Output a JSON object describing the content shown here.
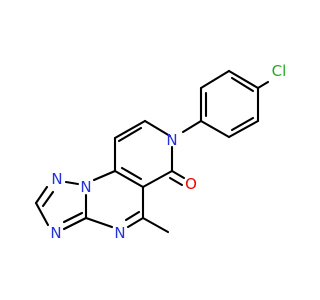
{
  "molecule": {
    "colors": {
      "carbon_bond": "#000000",
      "nitrogen": "#2233dd",
      "oxygen": "#ee0000",
      "chlorine": "#22aa22"
    },
    "atom_labels": {
      "n_triazole_top": "N",
      "n_bridgehead": "N",
      "n_triazole_bottom": "N",
      "n_pyrimidine": "N",
      "n_pyridinone": "N",
      "oxygen": "O",
      "chlorine": "Cl"
    }
  }
}
